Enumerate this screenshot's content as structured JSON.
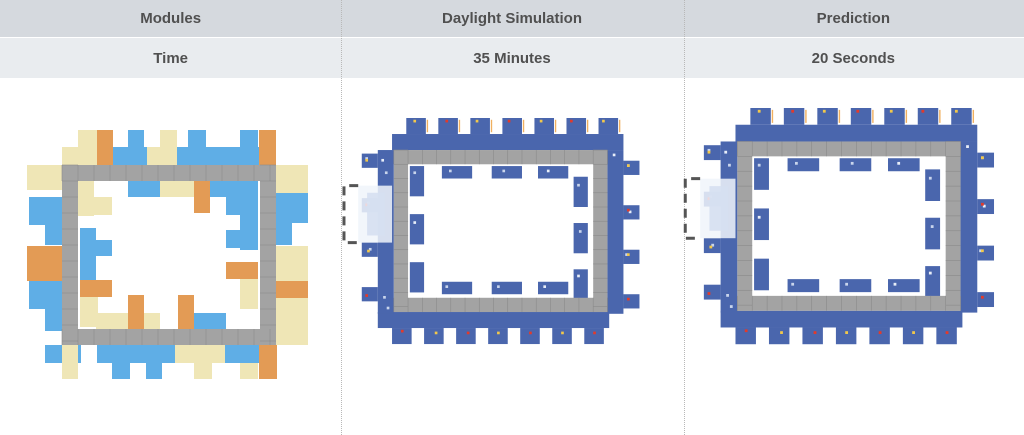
{
  "header": {
    "columns": [
      "Modules",
      "Daylight Simulation",
      "Prediction"
    ]
  },
  "subheader": {
    "row_label": "Time",
    "simulation_time": "35 Minutes",
    "prediction_time": "20 Seconds"
  },
  "colors": {
    "corridor": "#a3a3a3",
    "module_blue": "#5faee6",
    "module_cream": "#efe6b6",
    "module_orange": "#e39b55",
    "daylight_base": "#4a66ad",
    "daylight_bright": "#f0f4fa",
    "hot_red": "#e33a2a",
    "hot_yellow": "#f2c84a"
  }
}
